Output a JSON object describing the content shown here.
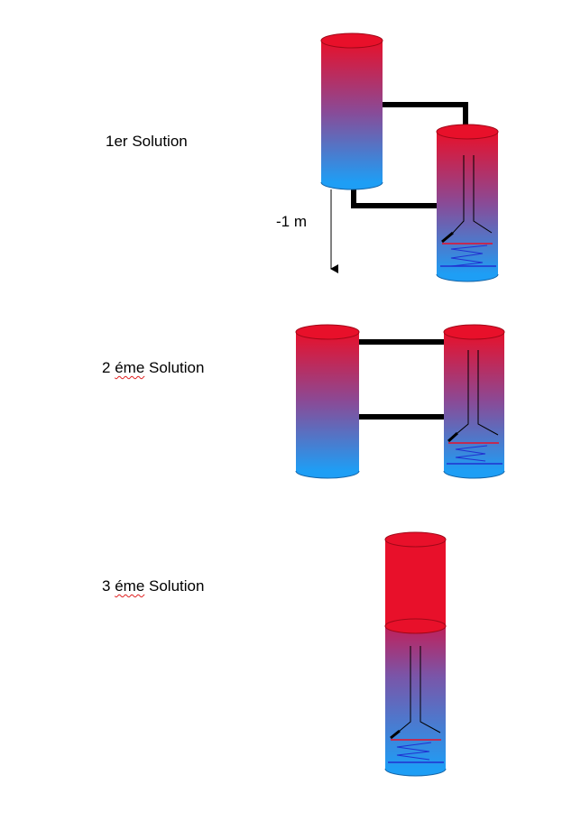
{
  "solutions": [
    {
      "number": "1er",
      "word": "",
      "rest": "Solution"
    },
    {
      "number": "2",
      "word": "éme",
      "rest": "Solution"
    },
    {
      "number": "3",
      "word": "éme",
      "rest": "Solution"
    }
  ],
  "measurement": "-1 m",
  "colors": {
    "hot": "#e8102a",
    "cold": "#1e9ef5",
    "pipe": "#000000",
    "coil_red": "#e8102a",
    "coil_blue": "#2030d0"
  }
}
